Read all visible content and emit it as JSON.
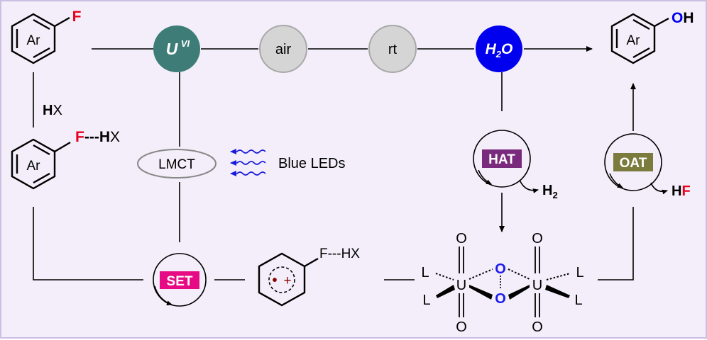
{
  "colors": {
    "uranium": "#3e7d77",
    "gray_node": "#d5d5d5",
    "water": "#0000ee",
    "fluorine": "#e8001c",
    "hat": "#7a2a7c",
    "oat": "#7b7b3d",
    "set": "#e60a84",
    "oxygen": "#1a1aee",
    "arrow_blue": "#1a1ad9",
    "radical_dot": "#8b0000"
  },
  "top_row": {
    "uranium": {
      "symbol": "U",
      "superscript": "VI"
    },
    "air": "air",
    "rt": "rt",
    "water": {
      "h": "H",
      "sub": "2",
      "o": "O"
    }
  },
  "reactant": {
    "ring_label": "Ar",
    "substituent": "F"
  },
  "hx_label": {
    "h": "H",
    "x": "X"
  },
  "complex": {
    "ring_label": "Ar",
    "f": "F",
    "bond": "---",
    "h": "H",
    "x": "X"
  },
  "lmct": "LMCT",
  "light": "Blue LEDs",
  "set": "SET",
  "radical_cation": {
    "f_hx": "F---HX",
    "radical": "•",
    "plus": "+"
  },
  "hat": {
    "label": "HAT",
    "byproduct_h": "H",
    "byproduct_sub": "2"
  },
  "oat": {
    "label": "OAT",
    "byproduct_h": "H",
    "byproduct_f": "F"
  },
  "product": {
    "ring_label": "Ar",
    "o": "O",
    "h": "H"
  },
  "peroxo": {
    "ligand": "L",
    "metal": "U",
    "oxo": "O",
    "peroxo_o": "O"
  }
}
